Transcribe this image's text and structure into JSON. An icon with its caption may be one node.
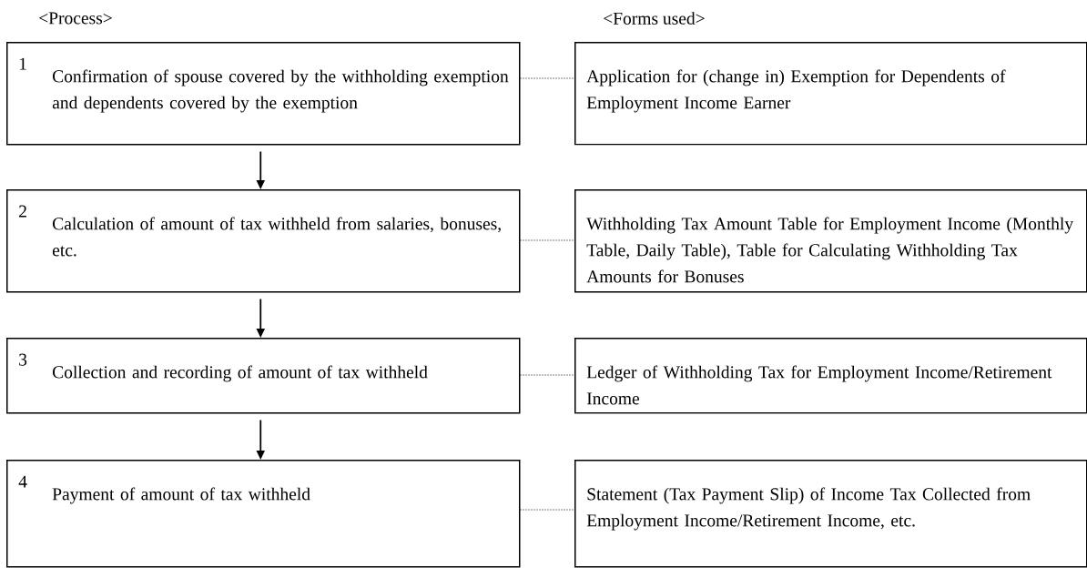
{
  "diagram": {
    "nodes": [
      {
        "text": [
          "1",
          "Confirmation of spouse covered by the withholding exemption and dependents covered by the exemption"
        ]
      },
      {
        "text": [
          "Application for (change in) Exemption for Dependents of Employment Income Earner"
        ]
      },
      {
        "text": [
          "2",
          "Calculation of amount of tax withheld from salaries, bonuses, etc."
        ]
      },
      {
        "text": [
          "Withholding Tax Amount Table for Employment Income (Monthly Table, Daily Table), Table for Calculating Withholding Tax Amounts for Bonuses"
        ]
      },
      {
        "text": [
          "3",
          "Collection and recording of amount of tax withheld"
        ]
      },
      {
        "text": [
          "Ledger of Withholding Tax for Employment Income/Retirement Income"
        ]
      },
      {
        "text": [
          "4",
          "Payment of amount of tax withheld"
        ]
      },
      {
        "text": [
          "Statement (Tax Payment Slip) of Income Tax Collected from Employment Income/Retirement Income, etc."
        ]
      }
    ],
    "edges": [
      {
        "from": 0,
        "to": 2,
        "arrow": "to"
      },
      {
        "from": 2,
        "to": 4,
        "arrow": "to"
      },
      {
        "from": 4,
        "to": 6,
        "arrow": "to"
      },
      {
        "from": 0,
        "to": 1,
        "arrow": "none",
        "style": "dashed"
      },
      {
        "from": 2,
        "to": 3,
        "arrow": "none",
        "style": "dashed"
      },
      {
        "from": 4,
        "to": 5,
        "arrow": "none",
        "style": "dashed"
      },
      {
        "from": 6,
        "to": 7,
        "arrow": "none",
        "style": "dashed"
      }
    ],
    "labels": [
      "<Process>",
      "<Forms used>"
    ]
  }
}
